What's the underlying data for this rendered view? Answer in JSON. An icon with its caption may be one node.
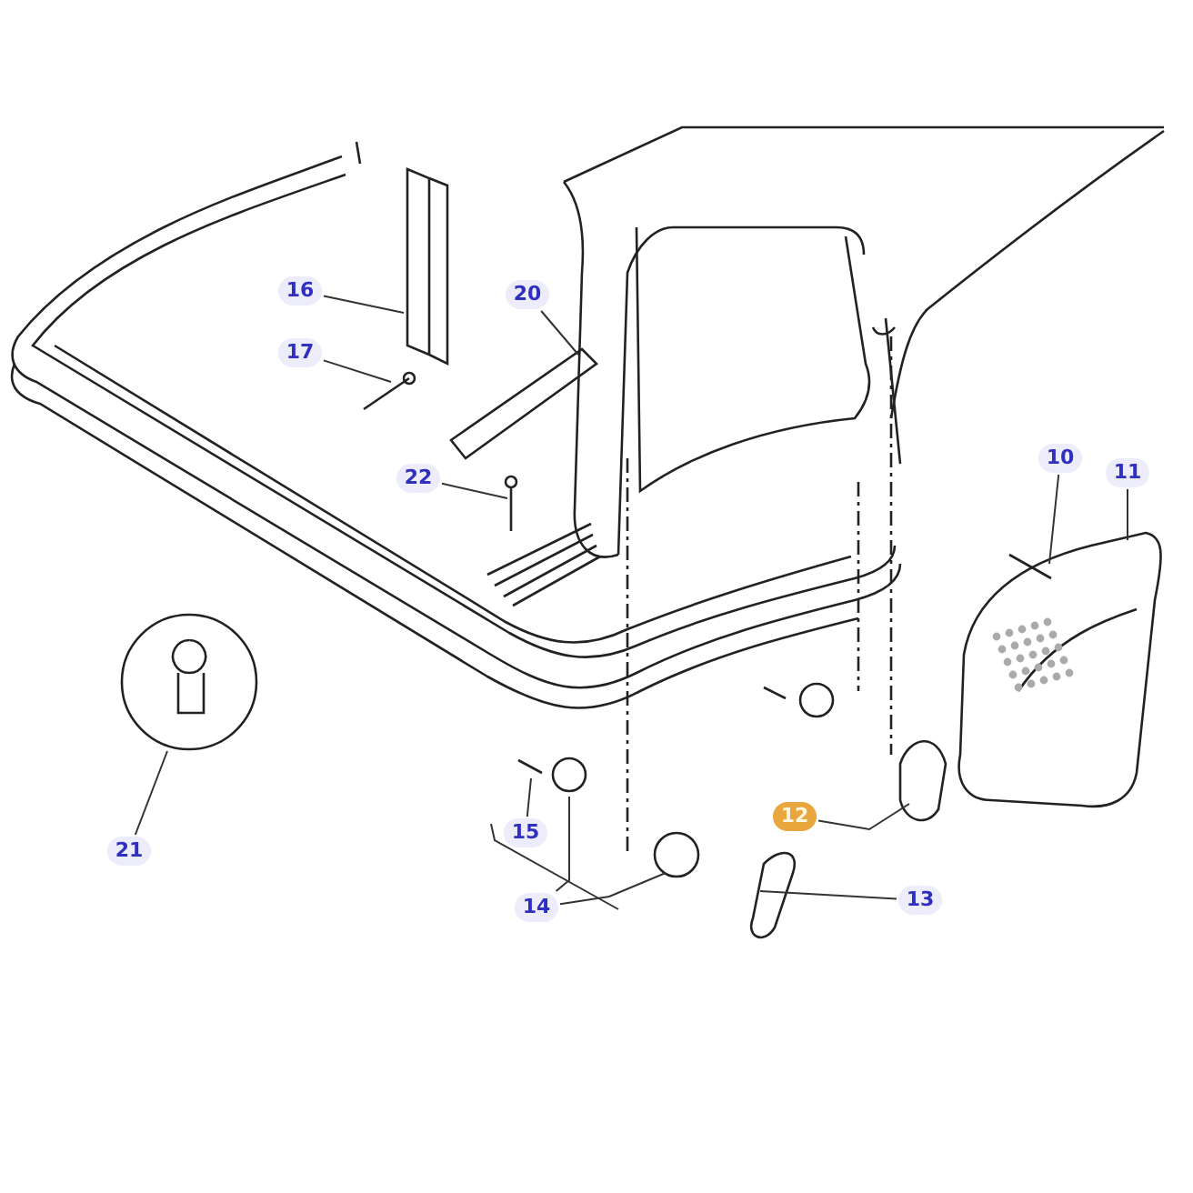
{
  "diagram": {
    "nodes": [
      {
        "text": [
          "16"
        ]
      },
      {
        "text": [
          "20"
        ]
      },
      {
        "text": [
          "17"
        ]
      },
      {
        "text": [
          "10"
        ]
      },
      {
        "text": [
          "11"
        ]
      },
      {
        "text": [
          "22"
        ]
      },
      {
        "text": [
          "12"
        ]
      },
      {
        "text": [
          "15"
        ]
      },
      {
        "text": [
          "21"
        ]
      },
      {
        "text": [
          "13"
        ]
      },
      {
        "text": [
          "14"
        ]
      }
    ],
    "edges": [
      {
        "from": 0,
        "to": null,
        "arrow": "none"
      },
      {
        "from": 1,
        "to": null,
        "arrow": "none"
      },
      {
        "from": 2,
        "to": null,
        "arrow": "none"
      },
      {
        "from": 3,
        "to": null,
        "arrow": "none"
      },
      {
        "from": 4,
        "to": null,
        "arrow": "none"
      },
      {
        "from": 5,
        "to": null,
        "arrow": "none"
      },
      {
        "from": 6,
        "to": null,
        "arrow": "none"
      },
      {
        "from": 7,
        "to": null,
        "arrow": "none"
      },
      {
        "from": 8,
        "to": null,
        "arrow": "none"
      },
      {
        "from": 9,
        "to": null,
        "arrow": "none"
      },
      {
        "from": 10,
        "to": null,
        "arrow": "none"
      },
      {
        "from": 10,
        "to": null,
        "arrow": "none"
      }
    ]
  }
}
